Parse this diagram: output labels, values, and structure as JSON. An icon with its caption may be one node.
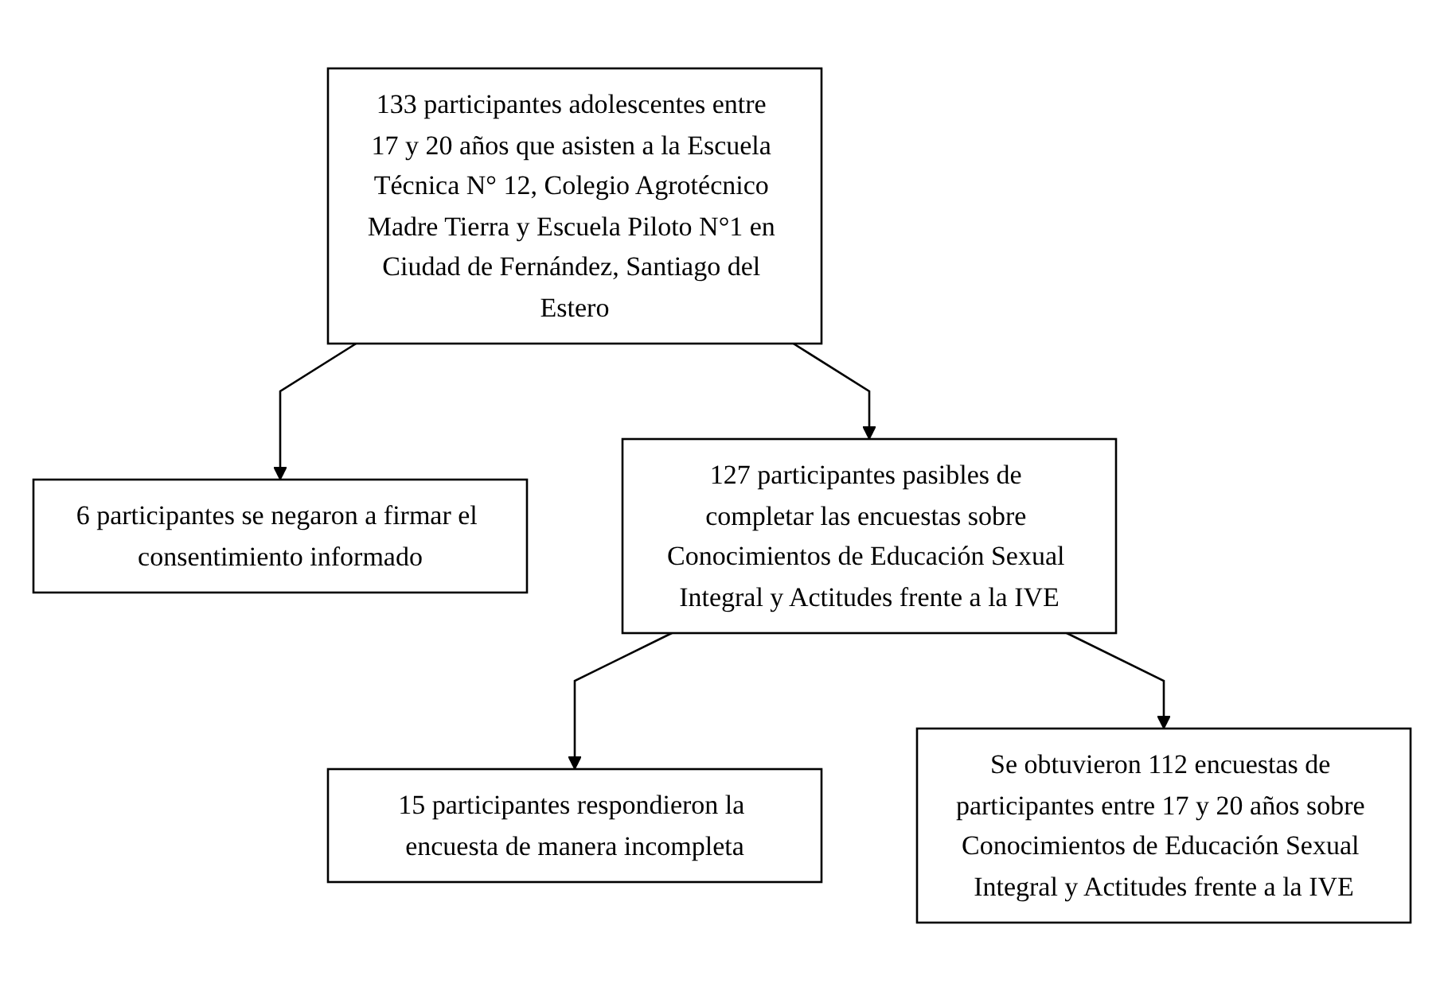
{
  "diagram": {
    "nodes": [
      {
        "text": [
          "133 participantes adolescentes entre 17 y 20 años que asisten a la Escuela Técnica N° 12, Colegio Agrotécnico Madre Tierra y Escuela Piloto N°1 en Ciudad de Fernández, Santiago del Estero"
        ]
      },
      {
        "text": [
          "6 participantes se negaron a firmar el consentimiento informado"
        ]
      },
      {
        "text": [
          "127 participantes pasibles de completar las encuestas sobre Conocimientos de Educación Sexual Integral y Actitudes frente a la IVE"
        ]
      },
      {
        "text": [
          "15 participantes respondieron la encuesta de manera incompleta"
        ]
      },
      {
        "text": [
          "Se obtuvieron 112 encuestas de participantes entre 17 y 20 años sobre Conocimientos de Educación Sexual Integral y Actitudes frente a la IVE"
        ]
      }
    ],
    "edges": [
      {
        "from": 0,
        "to": 1,
        "arrow": "to"
      },
      {
        "from": 0,
        "to": 2,
        "arrow": "to"
      },
      {
        "from": 2,
        "to": 3,
        "arrow": "to"
      },
      {
        "from": 2,
        "to": 4,
        "arrow": "to"
      }
    ]
  }
}
